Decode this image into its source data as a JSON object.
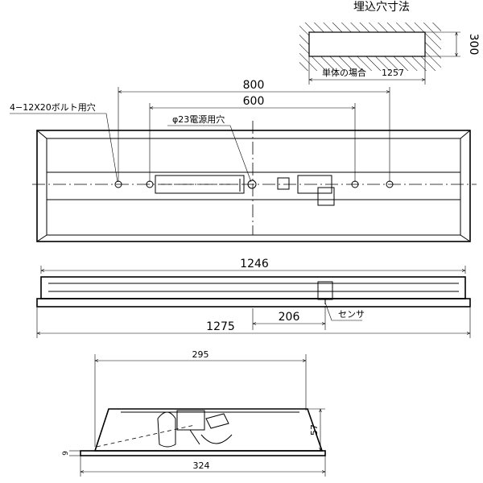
{
  "recess": {
    "title": "埋込穴寸法",
    "height": "300",
    "single_unit_label": "単体の場合",
    "width": "1257"
  },
  "plan": {
    "bolt_hole_note": "4−12X20ボルト用穴",
    "span_outer": "800",
    "span_inner": "600",
    "power_hole_note": "φ23電源用穴"
  },
  "elevation": {
    "body_length": "1246",
    "sensor_offset": "206",
    "overall_length": "1275",
    "sensor_label": "センサ"
  },
  "section": {
    "top_width": "295",
    "bottom_width": "324",
    "height": "57",
    "flange": "9"
  }
}
